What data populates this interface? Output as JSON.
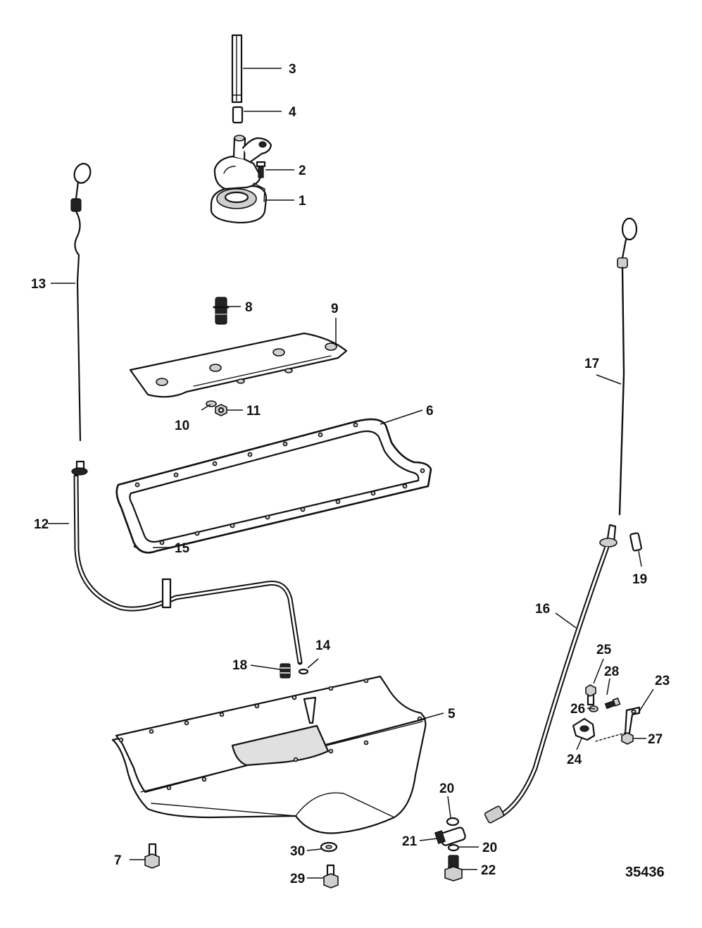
{
  "diagram": {
    "figure_number": "35436",
    "callouts": [
      "1",
      "2",
      "3",
      "4",
      "5",
      "6",
      "7",
      "8",
      "9",
      "10",
      "11",
      "12",
      "13",
      "14",
      "15",
      "16",
      "17",
      "18",
      "19",
      "20",
      "20",
      "21",
      "22",
      "23",
      "24",
      "25",
      "26",
      "27",
      "28",
      "29",
      "30"
    ]
  }
}
